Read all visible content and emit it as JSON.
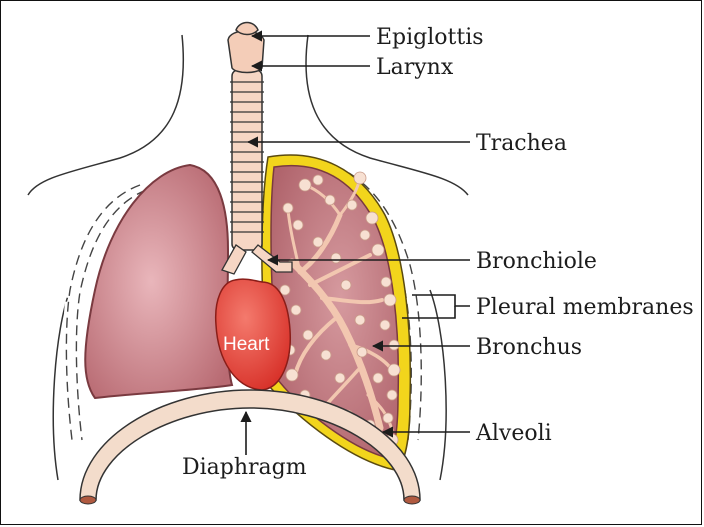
{
  "labels": {
    "epiglottis": "Epiglottis",
    "larynx": "Larynx",
    "trachea": "Trachea",
    "bronchiole": "Bronchiole",
    "pleural_membranes": "Pleural membranes",
    "bronchus": "Bronchus",
    "heart": "Heart",
    "alveoli": "Alveoli",
    "diaphragm": "Diaphragm"
  },
  "colors": {
    "lung_fill": "#c47a80",
    "lung_edge": "#7a3a40",
    "pleura": "#f2d51c",
    "heart": "#e8453c",
    "airway": "#f6d6c4",
    "diaphragm": "#f3dccb",
    "outline": "#333333"
  }
}
